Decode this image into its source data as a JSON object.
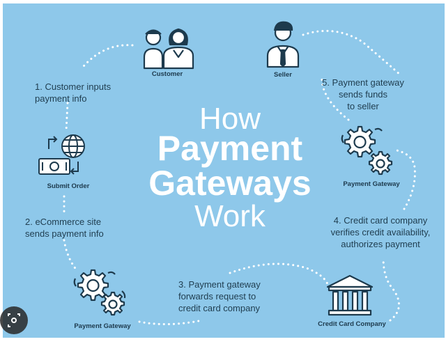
{
  "title": {
    "line1": "How",
    "line2": "Payment",
    "line3": "Gateways",
    "line4": "Work"
  },
  "nodes": {
    "customer": "Customer",
    "seller": "Seller",
    "submit_order": "Submit Order",
    "gateway_left": "Payment Gateway",
    "gateway_right": "Payment Gateway",
    "credit_card_company": "Credit Card Company"
  },
  "steps": {
    "s1": "1. Customer inputs\npayment info",
    "s2": "2. eCommerce site\nsends payment info",
    "s3": "3. Payment gateway\nforwards request to\ncredit card company",
    "s4": "4. Credit card company\nverifies credit availability,\nauthorizes payment",
    "s5": "5. Payment gateway\nsends funds\nto seller"
  },
  "colors": {
    "background": "#8ec8ea",
    "icon_stroke": "#1d3a4d",
    "text": "#1f3d4f",
    "title": "#ffffff",
    "dots": "#ffffff"
  },
  "icons": [
    "people-icon",
    "seller-icon",
    "globe-icon",
    "cash-icon",
    "gears-icon",
    "bank-icon",
    "lens-icon"
  ]
}
